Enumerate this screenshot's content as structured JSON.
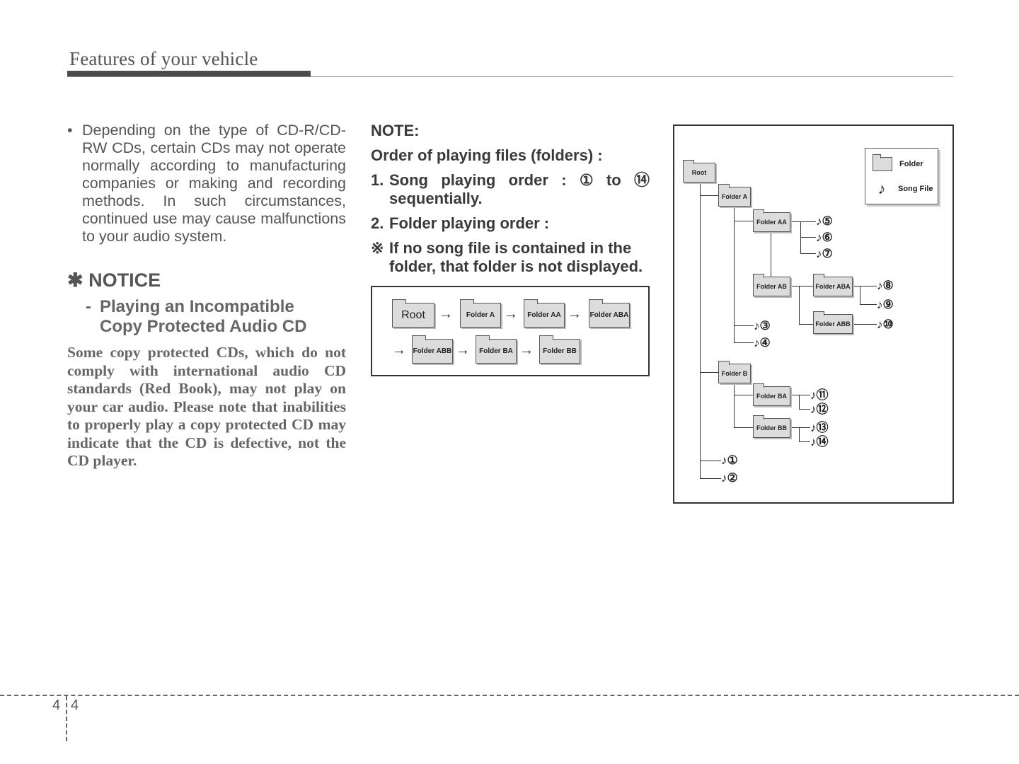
{
  "header": {
    "title": "Features of your vehicle"
  },
  "left": {
    "bullet_text": "Depending on the type of CD-R/CD-RW CDs, certain CDs may not operate normally according to manufacturing companies or making and recording methods. In such circumstances, continued use may cause malfunctions to your audio system.",
    "notice_title": "✱ NOTICE",
    "notice_sub_line1": "Playing an Incompatible",
    "notice_sub_line2": "Copy Protected Audio CD",
    "notice_body": "Some copy protected CDs, which do not comply with international audio CD standards (Red Book), may not play on your car audio. Please note that inabilities to properly play a copy protected CD may indicate that the CD is defective, not the CD player."
  },
  "middle": {
    "note_head": "NOTE:",
    "order_title": "Order of playing files (folders) :",
    "item1_num": "1.",
    "item1_text_a": "Song",
    "item1_text_b": "playing",
    "item1_text_c": "order",
    "item1_text_d": ":",
    "item1_text_e": "①",
    "item1_text_f": "to",
    "item1_text_g": "⑭",
    "item1_line2": "sequentially.",
    "item2_num": "2.",
    "item2_text": "Folder playing order :",
    "item3_num": "※",
    "item3_text": "If no song file is contained in the folder, that folder is not displayed."
  },
  "flow": {
    "row1": [
      "Root",
      "Folder A",
      "Folder AA",
      "Folder ABA"
    ],
    "row2": [
      "Folder ABB",
      "Folder BA",
      "Folder BB"
    ],
    "arrow": "→"
  },
  "tree": {
    "legend_folder": "Folder",
    "legend_song": "Song File",
    "note_glyph": "♪",
    "folders": {
      "root": "Root",
      "a": "Folder A",
      "aa": "Folder AA",
      "ab": "Folder AB",
      "aba": "Folder ABA",
      "abb": "Folder ABB",
      "b": "Folder B",
      "ba": "Folder BA",
      "bb": "Folder BB"
    },
    "songs": [
      "①",
      "②",
      "③",
      "④",
      "⑤",
      "⑥",
      "⑦",
      "⑧",
      "⑨",
      "⑩",
      "⑪",
      "⑫",
      "⑬",
      "⑭"
    ]
  },
  "footer": {
    "section": "4",
    "page": "4"
  }
}
